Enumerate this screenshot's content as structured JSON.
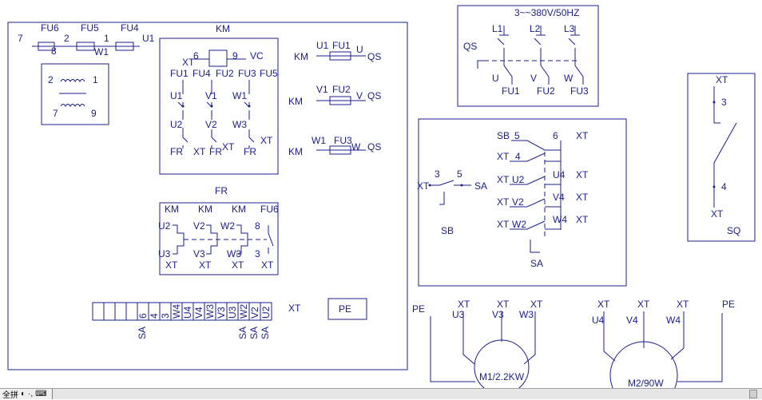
{
  "colors": {
    "ink": "#1c1c8c",
    "background": "#ffffff"
  },
  "control_panel": {
    "fuses": {
      "fu6": "FU6",
      "fu5": "FU5",
      "fu4": "FU4",
      "n7": "7",
      "n8": "8",
      "n2": "2",
      "n1": "1",
      "w1": "W1",
      "u1": "U1"
    },
    "transformer": {
      "p2": "2",
      "p1": "1",
      "p7": "7",
      "p9": "9"
    },
    "km_box": {
      "title": "KM",
      "xt": "XT",
      "n6": "6",
      "n9": "9",
      "vc": "VC",
      "top_labels": [
        "FU1",
        "FU4",
        "FU2",
        "FU3",
        "FU5"
      ],
      "row1": [
        "U1",
        "V1",
        "W1"
      ],
      "row2": [
        "U2",
        "V2",
        "W3"
      ],
      "xt_right": "XT",
      "bottom": {
        "fr1": "FR",
        "xt1": "XT",
        "fr2": "FR",
        "xt2": "XT",
        "fr3": "FR"
      }
    },
    "km_fuse_rows": [
      {
        "km": "KM",
        "lbl1": "U1",
        "lbl2": "FU1",
        "out": "U",
        "qs": "QS"
      },
      {
        "km": "KM",
        "lbl1": "V1",
        "lbl2": "FU2",
        "out": "V",
        "qs": "QS"
      },
      {
        "km": "KM",
        "lbl1": "W1",
        "lbl2": "FU3",
        "out": "W",
        "qs": "QS"
      }
    ],
    "fr_box": {
      "title": "FR",
      "top": [
        "KM",
        "KM",
        "KM",
        "FU6"
      ],
      "mid": [
        "U2",
        "V2",
        "W2",
        "8"
      ],
      "low": [
        "U3",
        "V3",
        "W3",
        "3"
      ],
      "bottom": [
        "XT",
        "XT",
        "XT",
        "XT"
      ]
    },
    "terminal_strip": {
      "cells": [
        "",
        "",
        "",
        "",
        "6",
        "4",
        "3",
        "W4",
        "U4",
        "V4",
        "W3",
        "V3",
        "U3",
        "W2",
        "V2",
        "U2"
      ],
      "under": {
        "sa1": "SA",
        "sa2": "SA",
        "sa3": "SA",
        "sa4": "SA"
      },
      "xt": "XT"
    },
    "pe_box": "PE"
  },
  "source_panel": {
    "supply": "3~~380V/50HZ",
    "l1": "L1",
    "l2": "L2",
    "l3": "L3",
    "qs": "QS",
    "u": "U",
    "v": "V",
    "w": "W",
    "fu1": "FU1",
    "fu2": "FU2",
    "fu3": "FU3"
  },
  "switch_panel": {
    "sb_row": {
      "sb": "SB",
      "n5": "5",
      "n6": "6",
      "xt": "XT"
    },
    "xt_rows": [
      {
        "left": "XT",
        "code": "4",
        "right_code": "",
        "right_xt": ""
      },
      {
        "left": "XT",
        "code": "U2",
        "right_code": "U4",
        "right_xt": "XT"
      },
      {
        "left": "XT",
        "code": "V2",
        "right_code": "V4",
        "right_xt": "XT"
      },
      {
        "left": "XT",
        "code": "W2",
        "right_code": "W4",
        "right_xt": "XT"
      }
    ],
    "sa_bottom": "SA",
    "sb_switch": {
      "n3": "3",
      "n5": "5",
      "xt": "XT",
      "sa": "SA",
      "sb": "SB"
    }
  },
  "sq_panel": {
    "xt_top": "XT",
    "n3": "3",
    "n4": "4",
    "xt_bottom": "XT",
    "sq": "SQ"
  },
  "motor1": {
    "pe": "PE",
    "xt1": "XT",
    "xt2": "XT",
    "xt3": "XT",
    "u3": "U3",
    "v3": "V3",
    "w3": "W3",
    "label": "M1/2.2KW"
  },
  "motor2": {
    "xt1": "XT",
    "xt2": "XT",
    "xt3": "XT",
    "pe": "PE",
    "u4": "U4",
    "v4": "V4",
    "w4": "W4",
    "label": "M2/90W"
  },
  "taskbar": {
    "ime_mode": "全拼",
    "moon_icon": "moon-icon",
    "dots": "·,",
    "keyboard_icon": "keyboard-icon"
  }
}
